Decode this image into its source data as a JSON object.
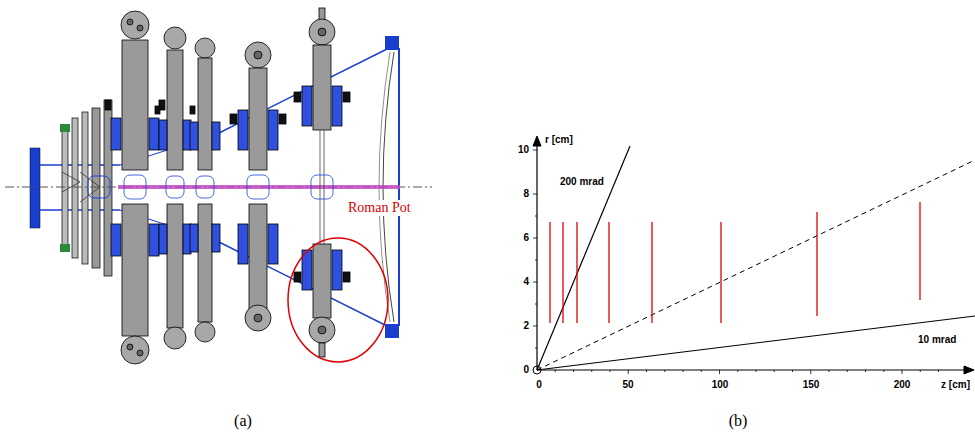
{
  "diagram": {
    "labels": [
      "Roman Pot",
      "r [cm]",
      "10",
      "8",
      "6",
      "4",
      "2",
      "0",
      "0",
      "50",
      "100",
      "150",
      "200",
      "z [cm]",
      "200 mrad",
      "10 mrad",
      "(a)",
      "(b)"
    ]
  }
}
